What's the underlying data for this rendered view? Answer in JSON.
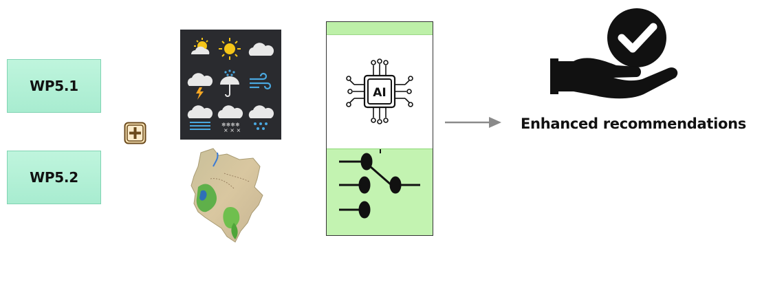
{
  "inputs": [
    {
      "label": "WP5.1"
    },
    {
      "label": "WP5.2"
    }
  ],
  "operator_icon": "plus-box-icon",
  "data_sources": {
    "weather_icons": [
      "partly-sunny",
      "sunny",
      "cloudy",
      "thunderstorm",
      "umbrella-rain",
      "windy",
      "fog",
      "snow",
      "rain"
    ],
    "map": "kenya-terrain-map"
  },
  "model": {
    "chip_label": "AI",
    "network_icon": "decision-network-icon"
  },
  "arrow_icon": "right-arrow-icon",
  "output": {
    "icon": "hand-check-icon",
    "label": "Enhanced recommendations"
  },
  "colors": {
    "wp_fill": "#bff5dd",
    "ai_green": "#c3f3b1",
    "weather_bg": "#2a2b2f"
  }
}
